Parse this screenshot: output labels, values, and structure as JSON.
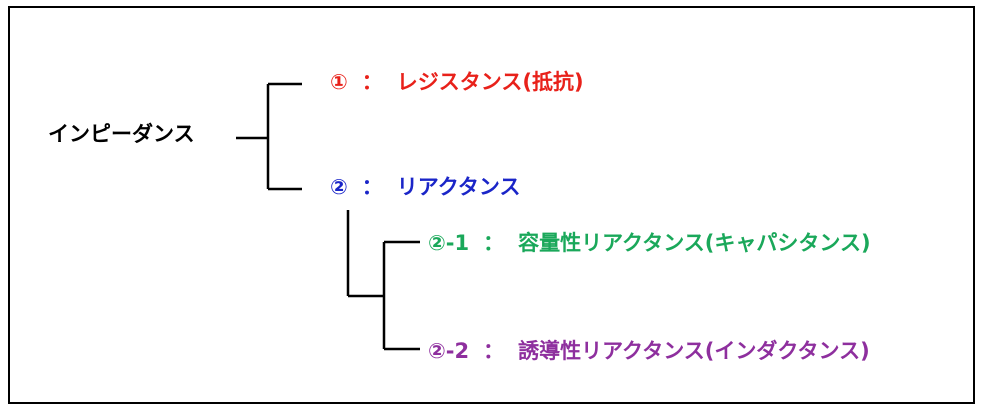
{
  "colors": {
    "root": "#000000",
    "resistance": "#e8211a",
    "reactance": "#1a25c8",
    "capacitive": "#1aa85a",
    "inductive": "#8e2f9e",
    "line": "#000000"
  },
  "tree": {
    "root": "インピーダンス",
    "resistance": {
      "number": "①",
      "sep": "：",
      "text": "レジスタンス(抵抗)"
    },
    "reactance": {
      "number": "②",
      "sep": "：",
      "text": "リアクタンス"
    },
    "capacitive": {
      "number": "②-1",
      "sep": "：",
      "text": "容量性リアクタンス(キャパシタンス)"
    },
    "inductive": {
      "number": "②-2",
      "sep": "：",
      "text": "誘導性リアクタンス(インダクタンス)"
    }
  }
}
